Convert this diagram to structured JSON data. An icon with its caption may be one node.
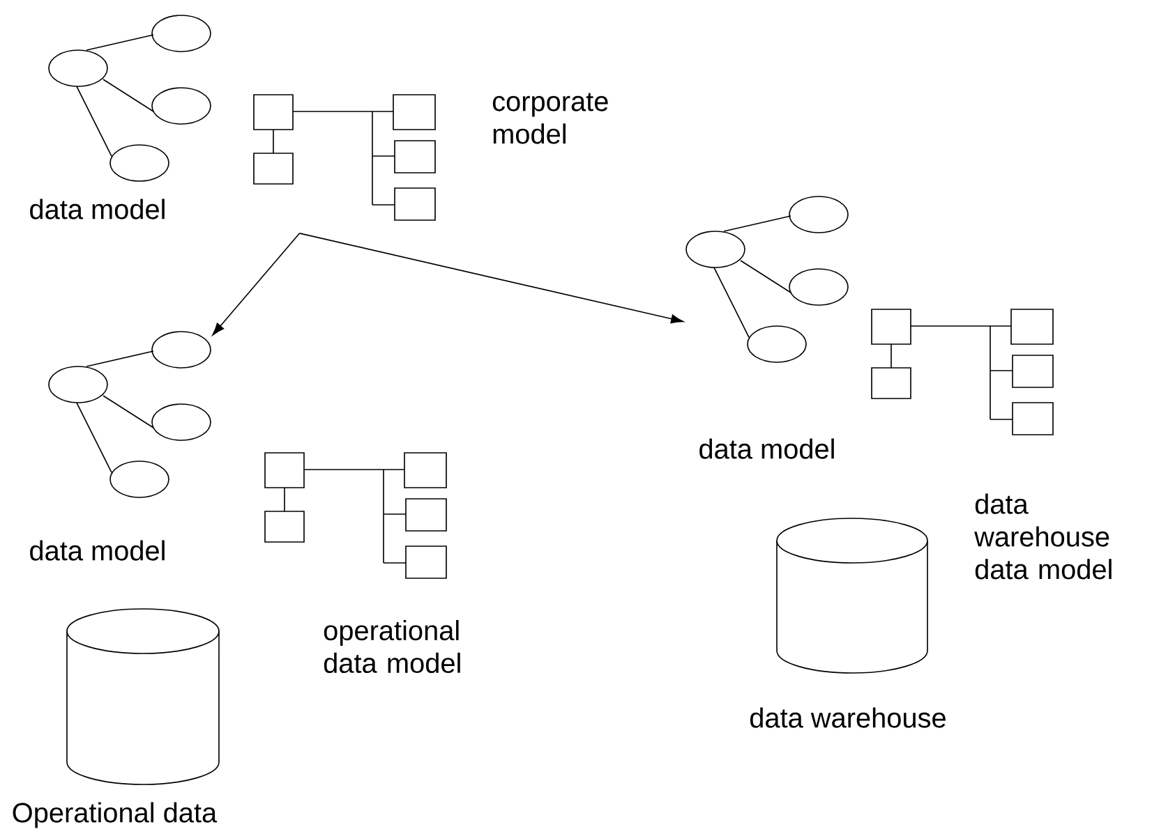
{
  "diagram": {
    "nodes": [
      {
        "text": [],
        "shape": "picture",
        "beside": [
          "corporate model"
        ]
      },
      {
        "text": [],
        "shape": "picture",
        "beside": [
          "data model"
        ]
      },
      {
        "text": [],
        "shape": "picture",
        "beside": [
          "data model"
        ]
      }
    ],
    "edges": [
      {
        "from": 0,
        "to": 1,
        "arrow": "to"
      },
      {
        "from": 0,
        "to": 2,
        "arrow": "to"
      }
    ],
    "labels": [
      "data model",
      "operational data model",
      "data warehouse data model",
      "Operational data",
      "data warehouse"
    ]
  }
}
